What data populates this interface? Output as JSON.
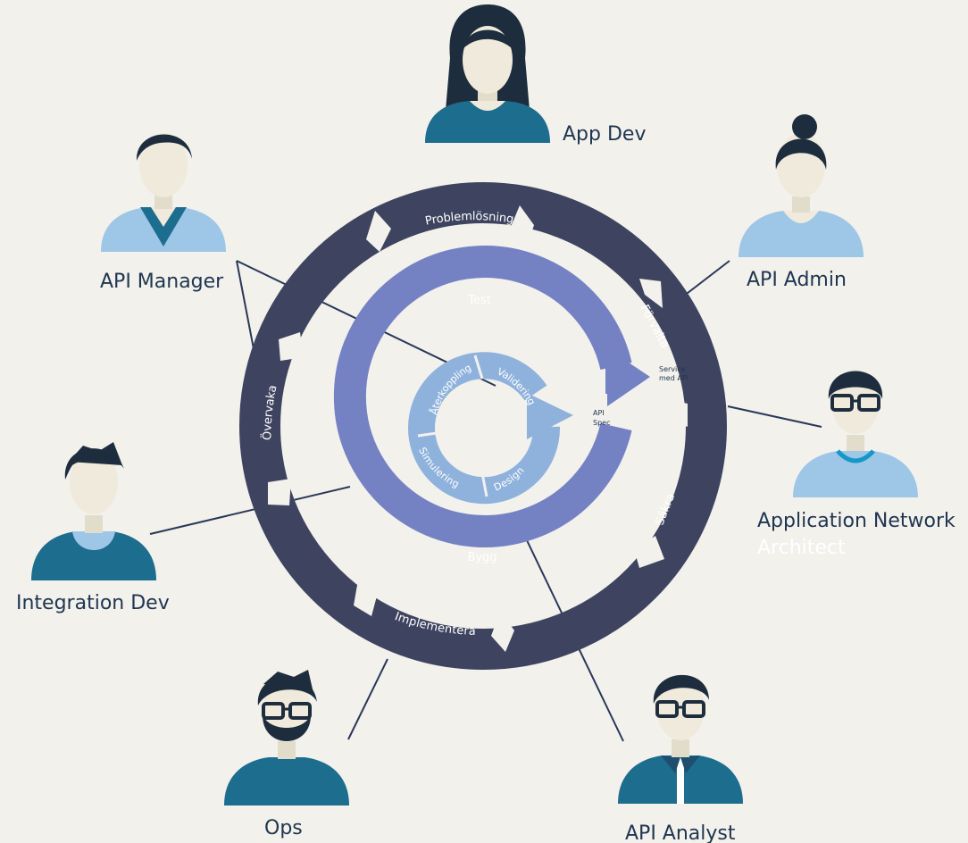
{
  "roles": {
    "app_dev": "App Dev",
    "api_manager": "API Manager",
    "api_admin": "API Admin",
    "application_network_architect_line1": "Application Network",
    "application_network_architect_line2": "Architect",
    "integration_dev": "Integration Dev",
    "ops": "Ops",
    "api_analyst": "API Analyst"
  },
  "outer_ring": {
    "problemlosning": "Problemlösning",
    "forvalta": "Förvalta",
    "sakra": "Säkra",
    "implementera": "Implementera",
    "overvaka": "Övervaka"
  },
  "middle_ring": {
    "test": "Test",
    "bygg": "Bygg",
    "service_line1": "Service",
    "service_line2": "med API"
  },
  "inner_ring": {
    "aterkoppling": "Återkoppling",
    "validering": "Validering",
    "design": "Design",
    "simulering": "Simulering",
    "api_spec_line1": "API",
    "api_spec_line2": "Spec"
  },
  "colors": {
    "background": "#f2f1ec",
    "outer_ring": "#3e4460",
    "middle_ring": "#7482c4",
    "inner_ring": "#8fb2dd",
    "connector": "#2a3758",
    "shirt_teal": "#1d6d8f",
    "shirt_light": "#9ec6e6",
    "skin": "#efeadb",
    "hair": "#1e2d3d",
    "label": "#1f3550"
  },
  "icons": [
    "person-icon"
  ]
}
